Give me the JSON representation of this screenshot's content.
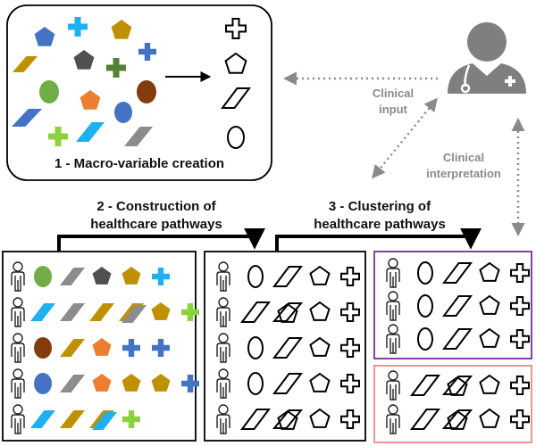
{
  "labels": {
    "step1": "1 - Macro-variable creation",
    "step2_line1": "2 - Construction of",
    "step2_line2": "healthcare pathways",
    "step3_line1": "3 - Clustering of",
    "step3_line2": "healthcare pathways",
    "clinical_input_line1": "Clinical",
    "clinical_input_line2": "input",
    "clinical_interp_line1": "Clinical",
    "clinical_interp_line2": "interpretation"
  },
  "colors": {
    "blue": "#4472C4",
    "lightblue": "#1EB0F0",
    "gold": "#BF9000",
    "darkgray": "#505050",
    "gray": "#8C8C8C",
    "green": "#70AD47",
    "lightgreen": "#8CD23C",
    "darkgreen": "#548235",
    "orange": "#ED7D31",
    "brown": "#843C0C",
    "cluster1_border": "#7030A0",
    "cluster2_border": "#E88A8A",
    "doctor": "#7F7F7F"
  },
  "macro_variables": [
    "cross",
    "pentagon",
    "parallelogram",
    "ellipse"
  ],
  "pathway_rows": [
    [
      "ellipse",
      "parallelogram",
      "pentagon",
      "cross"
    ],
    [
      "parallelogram",
      "parallelogram+pentagon",
      "pentagon",
      "cross"
    ],
    [
      "ellipse",
      "parallelogram",
      "pentagon",
      "cross"
    ],
    [
      "ellipse",
      "parallelogram",
      "pentagon",
      "cross"
    ],
    [
      "parallelogram",
      "parallelogram+pentagon",
      "pentagon",
      "cross"
    ]
  ],
  "cluster_1_rows": [
    [
      "ellipse",
      "parallelogram",
      "pentagon",
      "cross"
    ],
    [
      "ellipse",
      "parallelogram",
      "pentagon",
      "cross"
    ],
    [
      "ellipse",
      "parallelogram",
      "pentagon",
      "cross"
    ]
  ],
  "cluster_2_rows": [
    [
      "parallelogram",
      "parallelogram+pentagon",
      "pentagon",
      "cross"
    ],
    [
      "parallelogram",
      "parallelogram+pentagon",
      "pentagon",
      "cross"
    ]
  ],
  "icons": [
    "doctor-icon",
    "stethoscope-icon",
    "person-icon",
    "arrow-icon"
  ]
}
